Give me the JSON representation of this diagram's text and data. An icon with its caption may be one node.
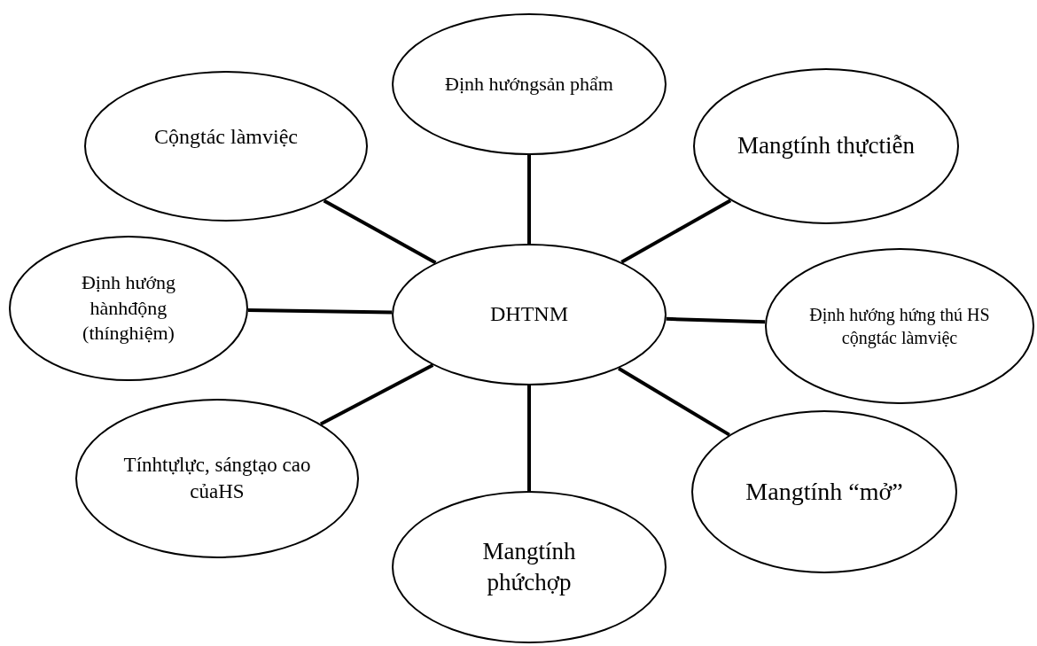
{
  "diagram": {
    "nodes": [
      {
        "text": [
          "DHTNM"
        ]
      },
      {
        "text": [
          "Định hướngsản phẩm"
        ]
      },
      {
        "text": [
          "Cộngtác làmviệc"
        ]
      },
      {
        "text": [
          "Mangtính thựctiễn"
        ]
      },
      {
        "text": [
          "Định hướng hànhđộng (thínghiệm)"
        ]
      },
      {
        "text": [
          "Định hướng hứng thú HS cộngtác làmviệc"
        ]
      },
      {
        "text": [
          "Tínhtựlực, sángtạo cao củaHS"
        ]
      },
      {
        "text": [
          "Mangtính phứchợp"
        ]
      },
      {
        "text": [
          "Mangtính “mở”"
        ]
      }
    ],
    "edges": [
      {
        "from": 0,
        "to": 1,
        "arrow": "none"
      },
      {
        "from": 0,
        "to": 2,
        "arrow": "none"
      },
      {
        "from": 0,
        "to": 3,
        "arrow": "none"
      },
      {
        "from": 0,
        "to": 4,
        "arrow": "none"
      },
      {
        "from": 0,
        "to": 5,
        "arrow": "none"
      },
      {
        "from": 0,
        "to": 6,
        "arrow": "none"
      },
      {
        "from": 0,
        "to": 7,
        "arrow": "none"
      },
      {
        "from": 0,
        "to": 8,
        "arrow": "none"
      }
    ]
  }
}
